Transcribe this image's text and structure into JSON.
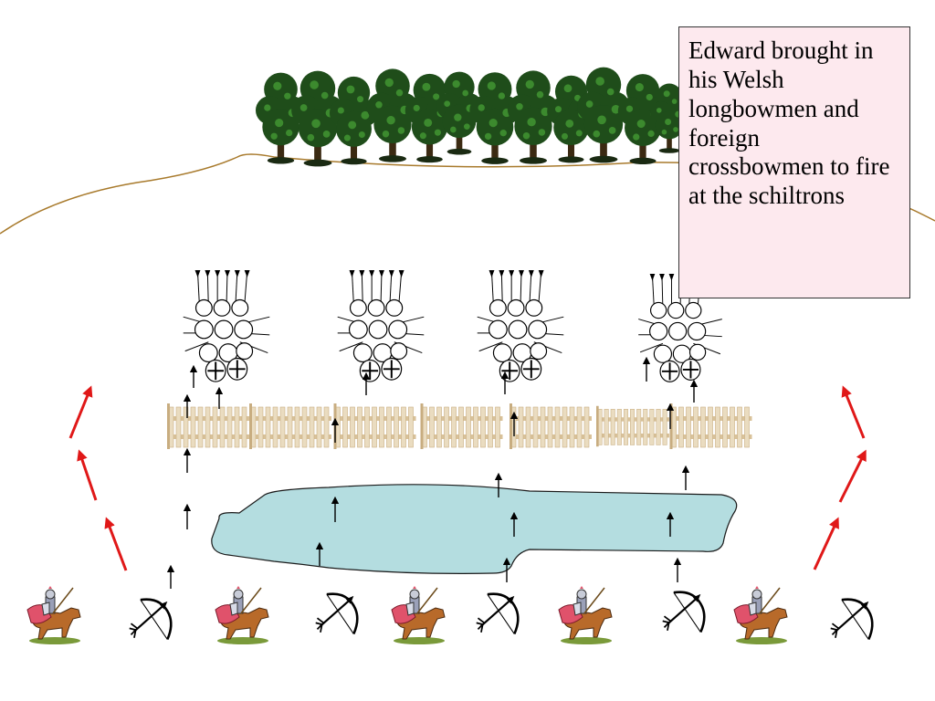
{
  "caption": {
    "text": "Edward brought in his Welsh longbowmen and foreign crossbowmen to fire at the schiltrons"
  },
  "colors": {
    "background": "#ffffff",
    "caption_fill": "#fde9ee",
    "pond_fill": "#b4dde0",
    "fence": "#e6d3b3",
    "red_arrow": "#e01818",
    "arrow": "#000000",
    "hill_line": "#a87a2c",
    "tree_dark": "#1f4d1a",
    "tree_light": "#3c8a2e"
  },
  "icons": {
    "tree": "tree-icon",
    "schiltron": "schiltron-icon",
    "knight": "mounted-knight-icon",
    "bowman": "crossbow-icon",
    "fence": "fence-icon",
    "pond": "pond-icon"
  },
  "counts": {
    "schiltrons": 4,
    "knights": 5,
    "bowmen": 5
  }
}
